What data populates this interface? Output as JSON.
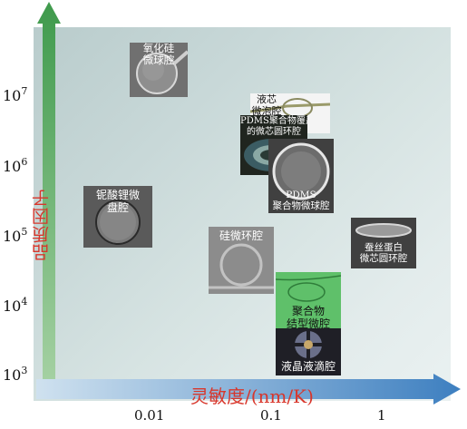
{
  "axes": {
    "ylabel": "品质因子",
    "xlabel": "灵敏度/(nm/K)",
    "yticks": [
      {
        "base": "10",
        "exp": "7"
      },
      {
        "base": "10",
        "exp": "6"
      },
      {
        "base": "10",
        "exp": "5"
      },
      {
        "base": "10",
        "exp": "4"
      },
      {
        "base": "10",
        "exp": "3"
      }
    ],
    "xticks": [
      "0.01",
      "0.1",
      "1"
    ]
  },
  "items": [
    {
      "label_lines": [
        "氧化硅",
        "微球腔"
      ]
    },
    {
      "label_lines": [
        "液芯",
        "微泡腔"
      ]
    },
    {
      "label_lines": [
        "PDMS聚合物覆盖",
        "的微芯圆环腔"
      ]
    },
    {
      "label_lines": [
        "PDMS",
        "聚合物微球腔"
      ]
    },
    {
      "label_lines": [
        "铌酸锂微",
        "盘腔"
      ]
    },
    {
      "label_lines": [
        "硅微环腔"
      ]
    },
    {
      "label_lines": [
        "蚕丝蛋白",
        "微芯圆环腔"
      ]
    },
    {
      "label_lines": [
        "聚合物",
        "结型微腔"
      ]
    },
    {
      "label_lines": [
        "液晶液滴腔"
      ]
    }
  ],
  "colors": {
    "y_arrow": "#3f9a4c",
    "x_arrow": "#3d7fc0",
    "axis_label": "#d8362b"
  }
}
